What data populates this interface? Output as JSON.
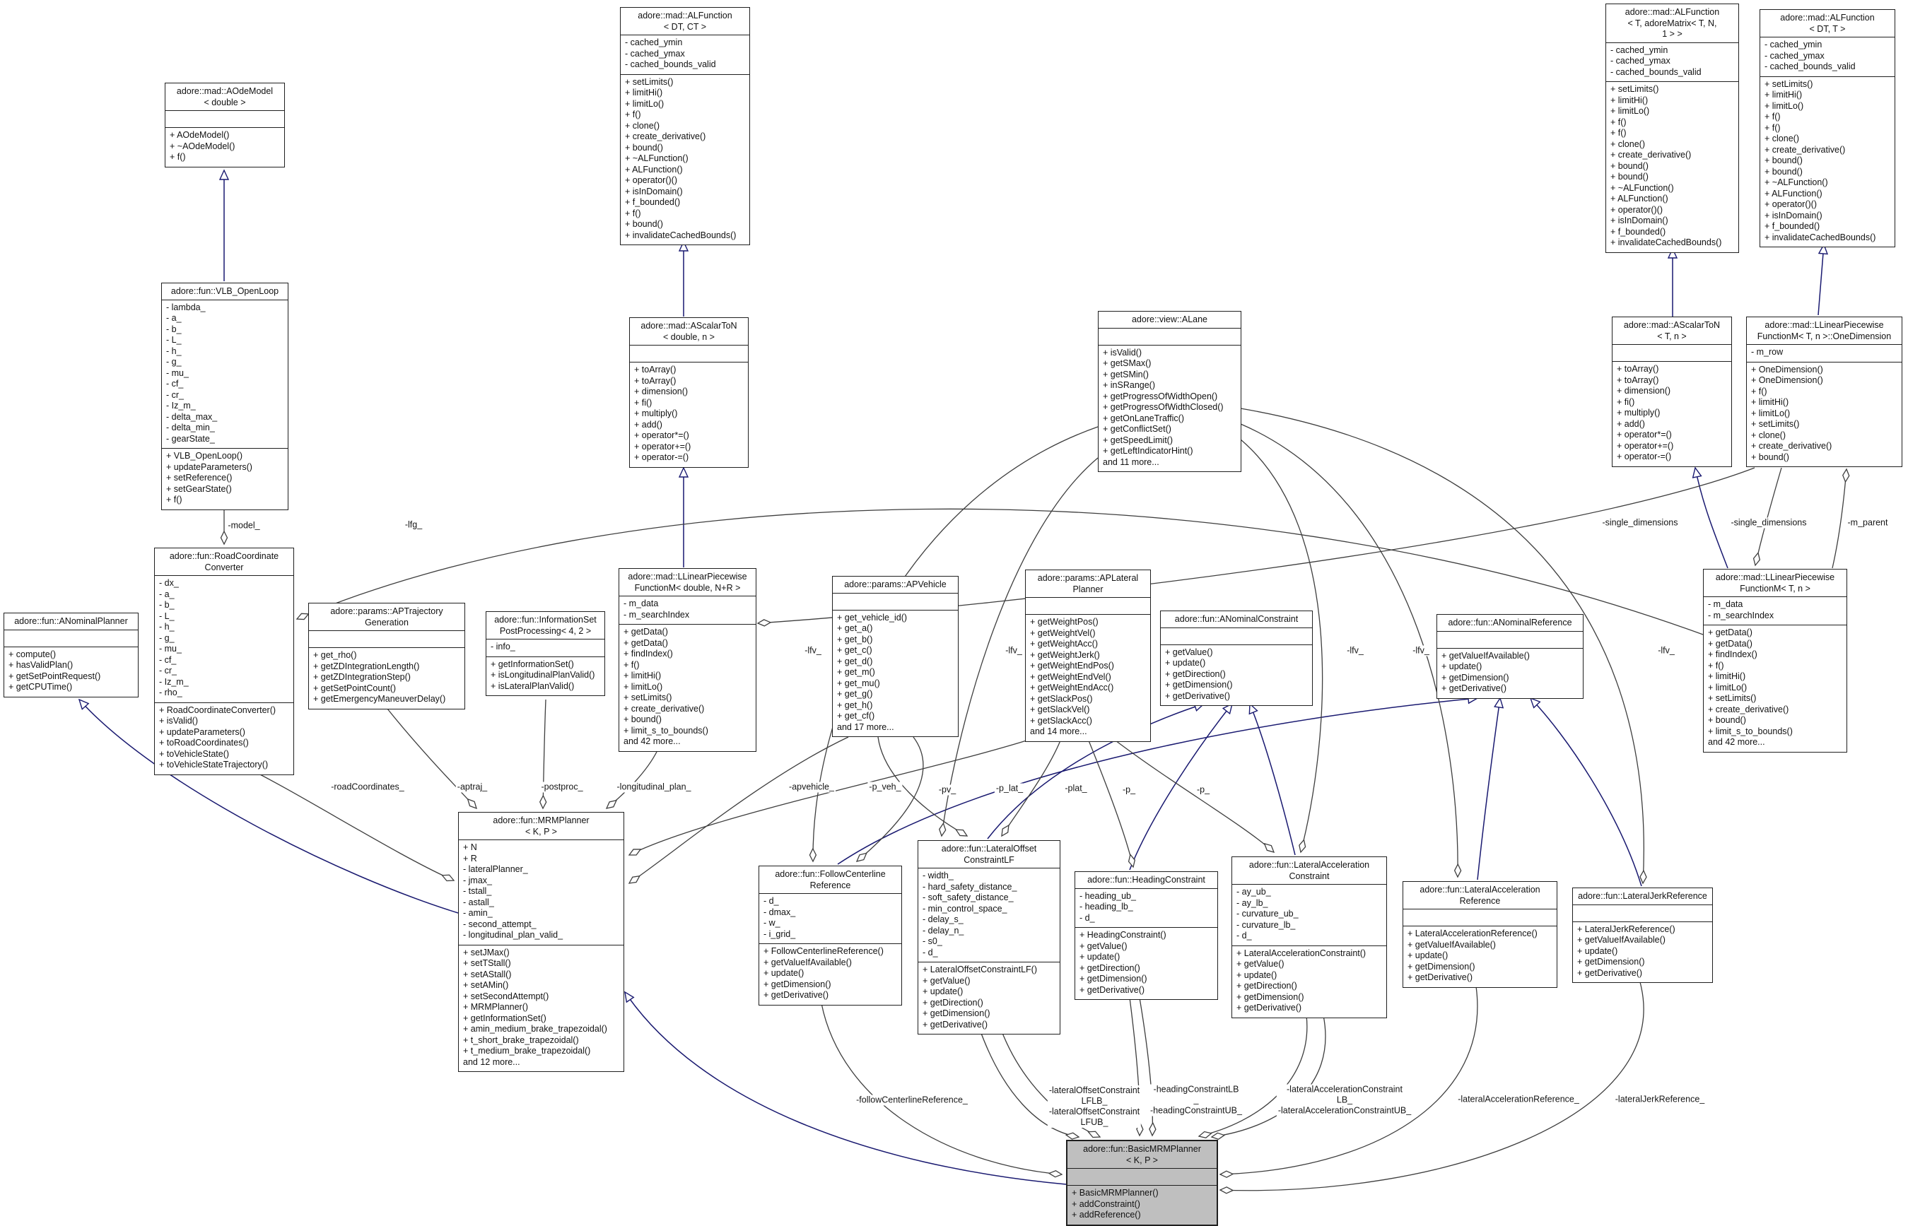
{
  "diagram": {
    "classes": [
      {
        "id": "aode",
        "title": [
          "adore::mad::AOdeModel",
          "< double >"
        ],
        "attrs": [],
        "methods": [
          "+ AOdeModel()",
          "+ ~AOdeModel()",
          "+ f()"
        ],
        "focal": false
      },
      {
        "id": "vlb",
        "title": [
          "adore::fun::VLB_OpenLoop"
        ],
        "attrs": [
          "- lambda_",
          "- a_",
          "- b_",
          "- L_",
          "- h_",
          "- g_",
          "- mu_",
          "- cf_",
          "- cr_",
          "- Iz_m_",
          "- delta_max_",
          "- delta_min_",
          "- gearState_"
        ],
        "methods": [
          "+ VLB_OpenLoop()",
          "+ updateParameters()",
          "+ setReference()",
          "+ setGearState()",
          "+ f()"
        ],
        "focal": false
      },
      {
        "id": "rcc",
        "title": [
          "adore::fun::RoadCoordinate",
          "Converter"
        ],
        "attrs": [
          "- dx_",
          "- a_",
          "- b_",
          "- L_",
          "- h_",
          "- g_",
          "- mu_",
          "- cf_",
          "- cr_",
          "- Iz_m_",
          "- rho_"
        ],
        "methods": [
          "+ RoadCoordinateConverter()",
          "+ isValid()",
          "+ updateParameters()",
          "+ toRoadCoordinates()",
          "+ toVehicleState()",
          "+ toVehicleStateTrajectory()"
        ],
        "focal": false
      },
      {
        "id": "anp",
        "title": [
          "adore::fun::ANominalPlanner"
        ],
        "attrs": [],
        "methods": [
          "+ compute()",
          "+ hasValidPlan()",
          "+ getSetPointRequest()",
          "+ getCPUTime()"
        ],
        "focal": false
      },
      {
        "id": "aptraj",
        "title": [
          "adore::params::APTrajectory",
          "Generation"
        ],
        "attrs": [],
        "methods": [
          "+ get_rho()",
          "+ getZDIntegrationLength()",
          "+ getZDIntegrationStep()",
          "+ getSetPointCount()",
          "+ getEmergencyManeuverDelay()"
        ],
        "focal": false
      },
      {
        "id": "infoset",
        "title": [
          "adore::fun::InformationSet",
          "PostProcessing< 4, 2 >"
        ],
        "attrs": [
          "- info_"
        ],
        "methods": [
          "+ getInformationSet()",
          "+ isLongitudinalPlanValid()",
          "+ isLateralPlanValid()"
        ],
        "focal": false
      },
      {
        "id": "mrm",
        "title": [
          "adore::fun::MRMPlanner",
          "< K, P >"
        ],
        "attrs": [
          "+ N",
          "+ R",
          "- lateralPlanner_",
          "- jmax_",
          "- tstall_",
          "- astall_",
          "- amin_",
          "- second_attempt_",
          "- longitudinal_plan_valid_"
        ],
        "methods": [
          "+ setJMax()",
          "+ setTStall()",
          "+ setAStall()",
          "+ setAMin()",
          "+ setSecondAttempt()",
          "+ MRMPlanner()",
          "+ getInformationSet()",
          "+ amin_medium_brake_trapezoidal()",
          "+ t_short_brake_trapezoidal()",
          "+ t_medium_brake_trapezoidal()",
          "and 12 more..."
        ],
        "focal": false
      },
      {
        "id": "alfdtct",
        "title": [
          "adore::mad::ALFunction",
          "< DT, CT >"
        ],
        "attrs": [
          "- cached_ymin",
          "- cached_ymax",
          "- cached_bounds_valid"
        ],
        "methods": [
          "+ setLimits()",
          "+ limitHi()",
          "+ limitLo()",
          "+ f()",
          "+ clone()",
          "+ create_derivative()",
          "+ bound()",
          "+ ~ALFunction()",
          "+ ALFunction()",
          "+ operator()()",
          "+ isInDomain()",
          "+ f_bounded()",
          "+ f()",
          "+ bound()",
          "+ invalidateCachedBounds()"
        ],
        "focal": false
      },
      {
        "id": "ascdbl",
        "title": [
          "adore::mad::AScalarToN",
          "< double, n >"
        ],
        "attrs": [],
        "methods": [
          "+ toArray()",
          "+ toArray()",
          "+ dimension()",
          "+ fi()",
          "+ multiply()",
          "+ add()",
          "+ operator*=()",
          "+ operator+=()",
          "+ operator-=()"
        ],
        "focal": false
      },
      {
        "id": "llpfmdbl",
        "title": [
          "adore::mad::LLinearPiecewise",
          "FunctionM< double, N+R >"
        ],
        "attrs": [
          "- m_data",
          "- m_searchIndex"
        ],
        "methods": [
          "+ getData()",
          "+ getData()",
          "+ findIndex()",
          "+ f()",
          "+ limitHi()",
          "+ limitLo()",
          "+ setLimits()",
          "+ create_derivative()",
          "+ bound()",
          "+ limit_s_to_bounds()",
          "and 42 more..."
        ],
        "focal": false
      },
      {
        "id": "apveh",
        "title": [
          "adore::params::APVehicle"
        ],
        "attrs": [],
        "methods": [
          "+ get_vehicle_id()",
          "+ get_a()",
          "+ get_b()",
          "+ get_c()",
          "+ get_d()",
          "+ get_m()",
          "+ get_mu()",
          "+ get_g()",
          "+ get_h()",
          "+ get_cf()",
          "and 17 more..."
        ],
        "focal": false
      },
      {
        "id": "aplat",
        "title": [
          "adore::params::APLateral",
          "Planner"
        ],
        "attrs": [],
        "methods": [
          "+ getWeightPos()",
          "+ getWeightVel()",
          "+ getWeightAcc()",
          "+ getWeightJerk()",
          "+ getWeightEndPos()",
          "+ getWeightEndVel()",
          "+ getWeightEndAcc()",
          "+ getSlackPos()",
          "+ getSlackVel()",
          "+ getSlackAcc()",
          "and 14 more..."
        ],
        "focal": false
      },
      {
        "id": "alane",
        "title": [
          "adore::view::ALane"
        ],
        "attrs": [],
        "methods": [
          "+ isValid()",
          "+ getSMax()",
          "+ getSMin()",
          "+ inSRange()",
          "+ getProgressOfWidthOpen()",
          "+ getProgressOfWidthClosed()",
          "+ getOnLaneTraffic()",
          "+ getConflictSet()",
          "+ getSpeedLimit()",
          "+ getLeftIndicatorHint()",
          "and 11 more..."
        ],
        "focal": false
      },
      {
        "id": "acon",
        "title": [
          "adore::fun::ANominalConstraint"
        ],
        "attrs": [],
        "methods": [
          "+ getValue()",
          "+ update()",
          "+ getDirection()",
          "+ getDimension()",
          "+ getDerivative()"
        ],
        "focal": false
      },
      {
        "id": "aref",
        "title": [
          "adore::fun::ANominalReference"
        ],
        "attrs": [],
        "methods": [
          "+ getValueIfAvailable()",
          "+ update()",
          "+ getDimension()",
          "+ getDerivative()"
        ],
        "focal": false
      },
      {
        "id": "alfmat",
        "title": [
          "adore::mad::ALFunction",
          "< T, adoreMatrix< T, N,",
          "1 > >"
        ],
        "attrs": [
          "- cached_ymin",
          "- cached_ymax",
          "- cached_bounds_valid"
        ],
        "methods": [
          "+ setLimits()",
          "+ limitHi()",
          "+ limitLo()",
          "+ f()",
          "+ f()",
          "+ clone()",
          "+ create_derivative()",
          "+ bound()",
          "+ bound()",
          "+ ~ALFunction()",
          "+ ALFunction()",
          "+ operator()()",
          "+ isInDomain()",
          "+ f_bounded()",
          "+ invalidateCachedBounds()"
        ],
        "focal": false
      },
      {
        "id": "alfdtt",
        "title": [
          "adore::mad::ALFunction",
          "< DT, T >"
        ],
        "attrs": [
          "- cached_ymin",
          "- cached_ymax",
          "- cached_bounds_valid"
        ],
        "methods": [
          "+ setLimits()",
          "+ limitHi()",
          "+ limitLo()",
          "+ f()",
          "+ f()",
          "+ clone()",
          "+ create_derivative()",
          "+ bound()",
          "+ bound()",
          "+ ~ALFunction()",
          "+ ALFunction()",
          "+ operator()()",
          "+ isInDomain()",
          "+ f_bounded()",
          "+ invalidateCachedBounds()"
        ],
        "focal": false
      },
      {
        "id": "asct",
        "title": [
          "adore::mad::AScalarToN",
          "< T, n >"
        ],
        "attrs": [],
        "methods": [
          "+ toArray()",
          "+ toArray()",
          "+ dimension()",
          "+ fi()",
          "+ multiply()",
          "+ add()",
          "+ operator*=()",
          "+ operator+=()",
          "+ operator-=()"
        ],
        "focal": false
      },
      {
        "id": "onedim",
        "title": [
          "adore::mad::LLinearPiecewise",
          "FunctionM< T, n >::OneDimension"
        ],
        "attrs": [
          "- m_row"
        ],
        "methods": [
          "+ OneDimension()",
          "+ OneDimension()",
          "+ f()",
          "+ limitHi()",
          "+ limitLo()",
          "+ setLimits()",
          "+ clone()",
          "+ create_derivative()",
          "+ bound()"
        ],
        "focal": false
      },
      {
        "id": "llpfmt",
        "title": [
          "adore::mad::LLinearPiecewise",
          "FunctionM< T, n >"
        ],
        "attrs": [
          "- m_data",
          "- m_searchIndex"
        ],
        "methods": [
          "+ getData()",
          "+ getData()",
          "+ findIndex()",
          "+ f()",
          "+ limitHi()",
          "+ limitLo()",
          "+ setLimits()",
          "+ create_derivative()",
          "+ bound()",
          "+ limit_s_to_bounds()",
          "and 42 more..."
        ],
        "focal": false
      },
      {
        "id": "fcr",
        "title": [
          "adore::fun::FollowCenterline",
          "Reference"
        ],
        "attrs": [
          "- d_",
          "- dmax_",
          "- w_",
          "- i_grid_"
        ],
        "methods": [
          "+ FollowCenterlineReference()",
          "+ getValueIfAvailable()",
          "+ update()",
          "+ getDimension()",
          "+ getDerivative()"
        ],
        "focal": false
      },
      {
        "id": "loc",
        "title": [
          "adore::fun::LateralOffset",
          "ConstraintLF"
        ],
        "attrs": [
          "- width_",
          "- hard_safety_distance_",
          "- soft_safety_distance_",
          "- min_control_space_",
          "- delay_s_",
          "- delay_n_",
          "- s0_",
          "- d_"
        ],
        "methods": [
          "+ LateralOffsetConstraintLF()",
          "+ getValue()",
          "+ update()",
          "+ getDirection()",
          "+ getDimension()",
          "+ getDerivative()"
        ],
        "focal": false
      },
      {
        "id": "hc",
        "title": [
          "adore::fun::HeadingConstraint"
        ],
        "attrs": [
          "- heading_ub_",
          "- heading_lb_",
          "- d_"
        ],
        "methods": [
          "+ HeadingConstraint()",
          "+ getValue()",
          "+ update()",
          "+ getDirection()",
          "+ getDimension()",
          "+ getDerivative()"
        ],
        "focal": false
      },
      {
        "id": "lac",
        "title": [
          "adore::fun::LateralAcceleration",
          "Constraint"
        ],
        "attrs": [
          "- ay_ub_",
          "- ay_lb_",
          "- curvature_ub_",
          "- curvature_lb_",
          "- d_"
        ],
        "methods": [
          "+ LateralAccelerationConstraint()",
          "+ getValue()",
          "+ update()",
          "+ getDirection()",
          "+ getDimension()",
          "+ getDerivative()"
        ],
        "focal": false
      },
      {
        "id": "lar",
        "title": [
          "adore::fun::LateralAcceleration",
          "Reference"
        ],
        "attrs": [],
        "methods": [
          "+ LateralAccelerationReference()",
          "+ getValueIfAvailable()",
          "+ update()",
          "+ getDimension()",
          "+ getDerivative()"
        ],
        "focal": false
      },
      {
        "id": "ljr",
        "title": [
          "adore::fun::LateralJerkReference"
        ],
        "attrs": [],
        "methods": [
          "+ LateralJerkReference()",
          "+ getValueIfAvailable()",
          "+ update()",
          "+ getDimension()",
          "+ getDerivative()"
        ],
        "focal": false
      },
      {
        "id": "basic",
        "title": [
          "adore::fun::BasicMRMPlanner",
          "< K, P >"
        ],
        "attrs": [],
        "methods": [
          "+ BasicMRMPlanner()",
          "+ addConstraint()",
          "+ addReference()"
        ],
        "focal": true
      }
    ],
    "edge_labels": [
      {
        "lines": [
          "-model_"
        ]
      },
      {
        "lines": [
          "-lfg_"
        ]
      },
      {
        "lines": [
          "-roadCoordinates_"
        ]
      },
      {
        "lines": [
          "-aptraj_"
        ]
      },
      {
        "lines": [
          "-postproc_"
        ]
      },
      {
        "lines": [
          "-longitudinal_plan_"
        ]
      },
      {
        "lines": [
          "-apvehicle_"
        ]
      },
      {
        "lines": [
          "-p_veh_"
        ]
      },
      {
        "lines": [
          "-pv_"
        ]
      },
      {
        "lines": [
          "-p_lat_"
        ]
      },
      {
        "lines": [
          "-plat_"
        ]
      },
      {
        "lines": [
          "-p_"
        ]
      },
      {
        "lines": [
          "-p_"
        ]
      },
      {
        "lines": [
          "-lfv_"
        ]
      },
      {
        "lines": [
          "-lfv_"
        ]
      },
      {
        "lines": [
          "-lfv_"
        ]
      },
      {
        "lines": [
          "-lfv_"
        ]
      },
      {
        "lines": [
          "-lfv_"
        ]
      },
      {
        "lines": [
          "-single_dimensions"
        ]
      },
      {
        "lines": [
          "-single_dimensions"
        ]
      },
      {
        "lines": [
          "-m_parent"
        ]
      },
      {
        "lines": [
          "-followCenterlineReference_"
        ]
      },
      {
        "lines": [
          "-lateralOffsetConstraint",
          "LFLB_",
          "-lateralOffsetConstraint",
          "LFUB_"
        ]
      },
      {
        "lines": [
          "-headingConstraintLB",
          "_",
          "-headingConstraintUB_"
        ]
      },
      {
        "lines": [
          "-lateralAccelerationConstraint",
          "LB_",
          "-lateralAccelerationConstraintUB_"
        ]
      },
      {
        "lines": [
          "-lateralAccelerationReference_"
        ]
      },
      {
        "lines": [
          "-lateralJerkReference_"
        ]
      }
    ]
  }
}
